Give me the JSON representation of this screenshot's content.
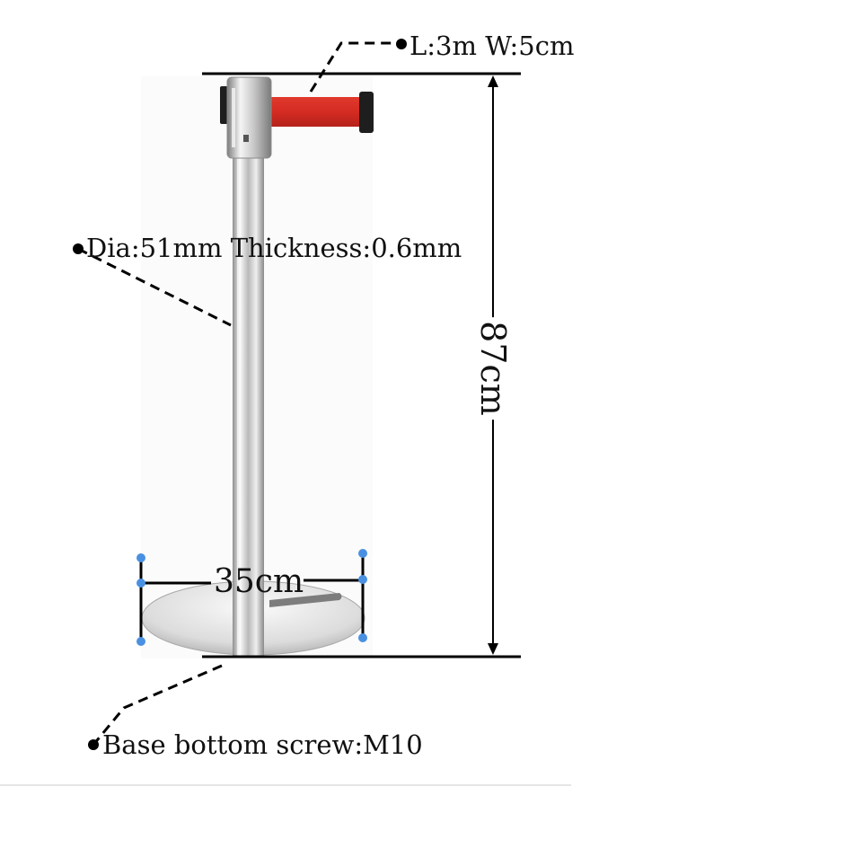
{
  "annotations": {
    "belt": "L:3m W:5cm",
    "pole": "Dia:51mm Thickness:0.6mm",
    "base": "Base bottom screw:M10",
    "height": "87cm",
    "base_width": "35cm"
  },
  "colors": {
    "belt": "#d42b22",
    "steel_light": "#f3f3f3",
    "steel_dark": "#9a9a9a",
    "ink": "#000000",
    "handle": "#4a90e2"
  },
  "icons": {
    "leader_dot": "filled-circle",
    "resize_handle": "blue-dot"
  }
}
